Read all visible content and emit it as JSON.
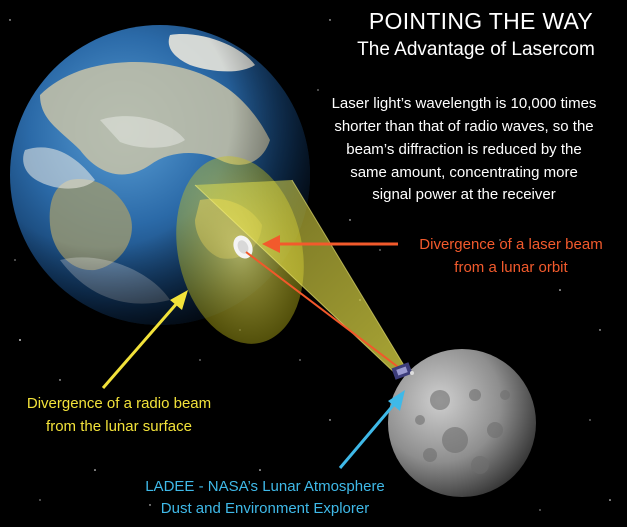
{
  "title": "POINTING THE WAY",
  "subtitle": "The Advantage of Lasercom",
  "description_lines": [
    "Laser light’s wavelength is 10,000 times",
    "shorter than that of radio waves, so the",
    "beam’s diffraction is reduced by the",
    "same amount, concentrating more",
    "signal power at the receiver"
  ],
  "laser_label_lines": [
    "Divergence of a laser beam",
    "from a lunar orbit"
  ],
  "radio_label_lines": [
    "Divergence of a radio beam",
    "from the lunar surface"
  ],
  "ladee_label_lines": [
    "LADEE - NASA’s Lunar Atmosphere",
    "Dust and Environment Explorer"
  ],
  "colors": {
    "background": "#000000",
    "laser": "#f25a2c",
    "radio": "#f2e23a",
    "ladee": "#3fb9e8",
    "text": "#ffffff"
  }
}
